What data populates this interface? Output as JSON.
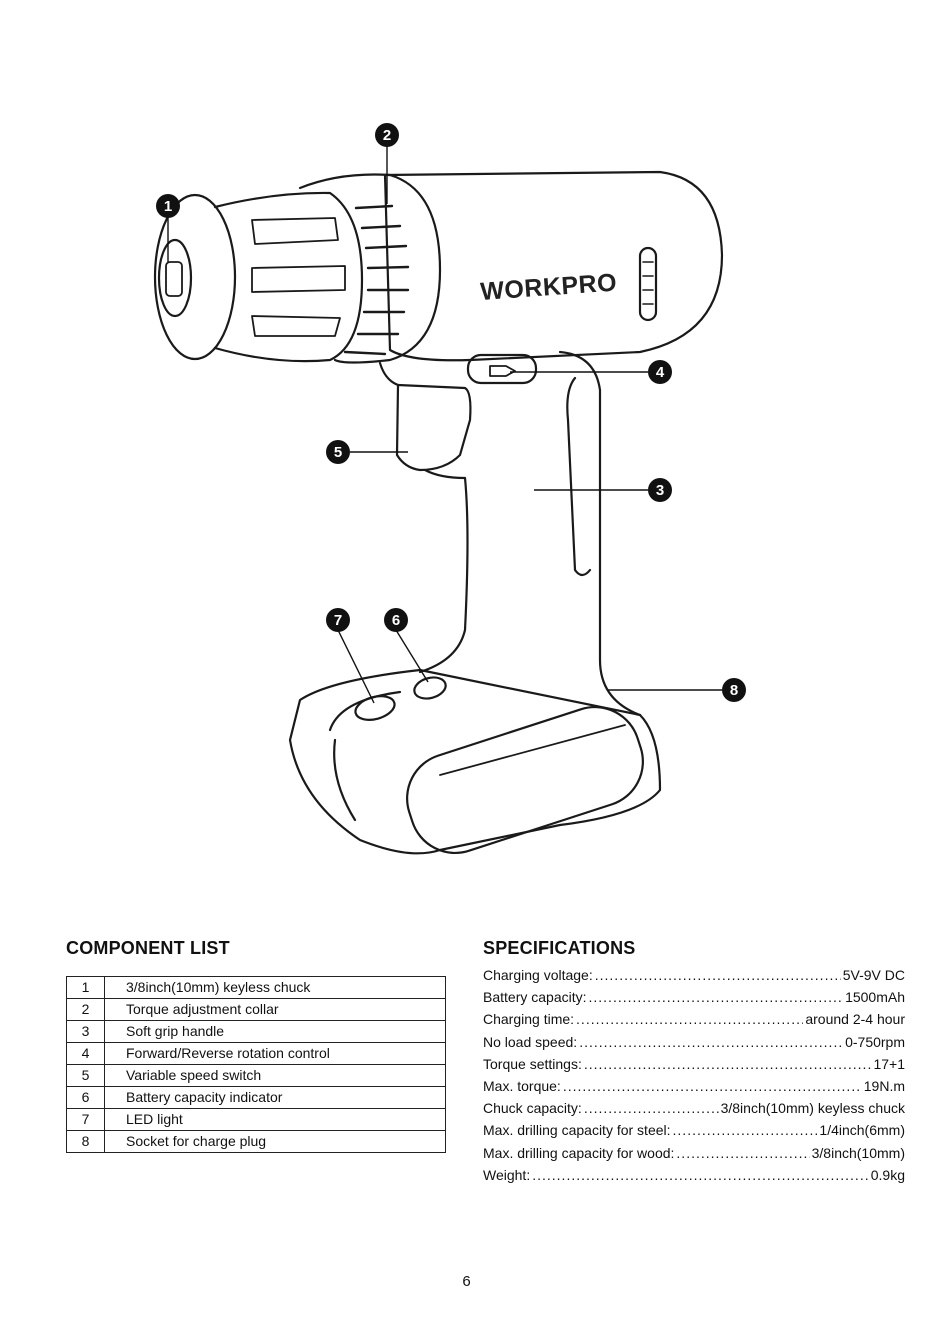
{
  "figure": {
    "brand": "WORKPRO",
    "callouts": [
      "1",
      "2",
      "3",
      "4",
      "5",
      "6",
      "7",
      "8"
    ]
  },
  "component_list": {
    "title": "COMPONENT LIST",
    "items": [
      {
        "num": "1",
        "label": "3/8inch(10mm) keyless chuck"
      },
      {
        "num": "2",
        "label": "Torque adjustment collar"
      },
      {
        "num": "3",
        "label": "Soft grip handle"
      },
      {
        "num": "4",
        "label": "Forward/Reverse rotation control"
      },
      {
        "num": "5",
        "label": "Variable speed switch"
      },
      {
        "num": "6",
        "label": "Battery capacity indicator"
      },
      {
        "num": "7",
        "label": "LED light"
      },
      {
        "num": "8",
        "label": "Socket for charge plug"
      }
    ]
  },
  "specifications": {
    "title": "SPECIFICATIONS",
    "items": [
      {
        "label": "Charging voltage:",
        "value": "5V-9V DC"
      },
      {
        "label": "Battery capacity:",
        "value": "1500mAh"
      },
      {
        "label": "Charging time:",
        "value": "around 2-4 hour"
      },
      {
        "label": "No load speed:",
        "value": "0-750rpm"
      },
      {
        "label": "Torque settings:",
        "value": "17+1"
      },
      {
        "label": "Max. torque:",
        "value": "19N.m"
      },
      {
        "label": "Chuck capacity:",
        "value": "3/8inch(10mm) keyless chuck"
      },
      {
        "label": "Max. drilling capacity for steel:",
        "value": "1/4inch(6mm)"
      },
      {
        "label": "Max. drilling capacity for wood:",
        "value": "3/8inch(10mm)"
      },
      {
        "label": "Weight:",
        "value": "0.9kg"
      }
    ]
  },
  "page_number": "6"
}
